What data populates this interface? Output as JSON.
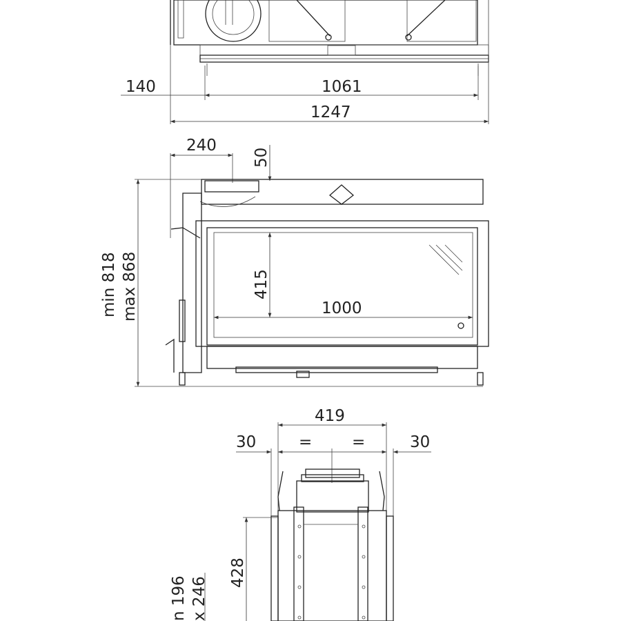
{
  "top_view": {
    "dims": {
      "left_offset": "140",
      "inner_width": "1061",
      "total_width": "1247"
    }
  },
  "front_view": {
    "dims": {
      "flue_offset": "240",
      "flue_gap": "50",
      "height_min": "min 818",
      "height_max": "max 868",
      "glass_height": "415",
      "glass_width": "1000"
    }
  },
  "side_view": {
    "dims": {
      "depth": "419",
      "left_clearance": "30",
      "right_clearance": "30",
      "equal_left": "=",
      "equal_right": "=",
      "column_height": "428",
      "partial_min": "n 196",
      "partial_max": "x 246"
    }
  },
  "colors": {
    "line": "#222222",
    "background": "#ffffff"
  }
}
